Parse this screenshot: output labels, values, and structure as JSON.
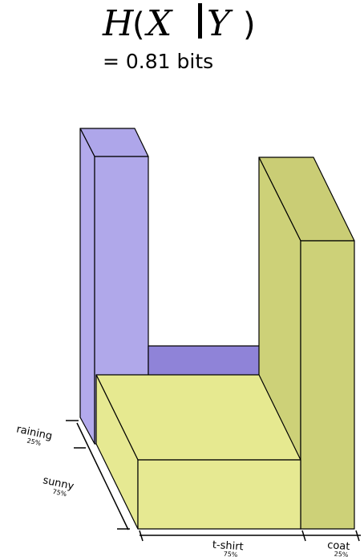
{
  "title": {
    "H": "H",
    "open": "(",
    "X": "X",
    "Y": "Y",
    "close": ")",
    "value_text": "= 0.81 bits"
  },
  "axes": {
    "y_labels": [
      {
        "label": "raining",
        "pct": "25%"
      },
      {
        "label": "sunny",
        "pct": "75%"
      }
    ],
    "x_labels": [
      {
        "label": "t-shirt",
        "pct": "75%"
      },
      {
        "label": "coat",
        "pct": "25%"
      }
    ]
  },
  "colors": {
    "purple_front": "#b0a8ea",
    "purple_side": "#b3aaec",
    "purple_top": "#aea6ea",
    "purple_dark": "#8f83d8",
    "yellow_front": "#e6e992",
    "yellow_top": "#e6e990",
    "olive_front": "#cdd178",
    "olive_side": "#cdd178",
    "olive_top": "#cacd75",
    "stroke": "#000000"
  }
}
